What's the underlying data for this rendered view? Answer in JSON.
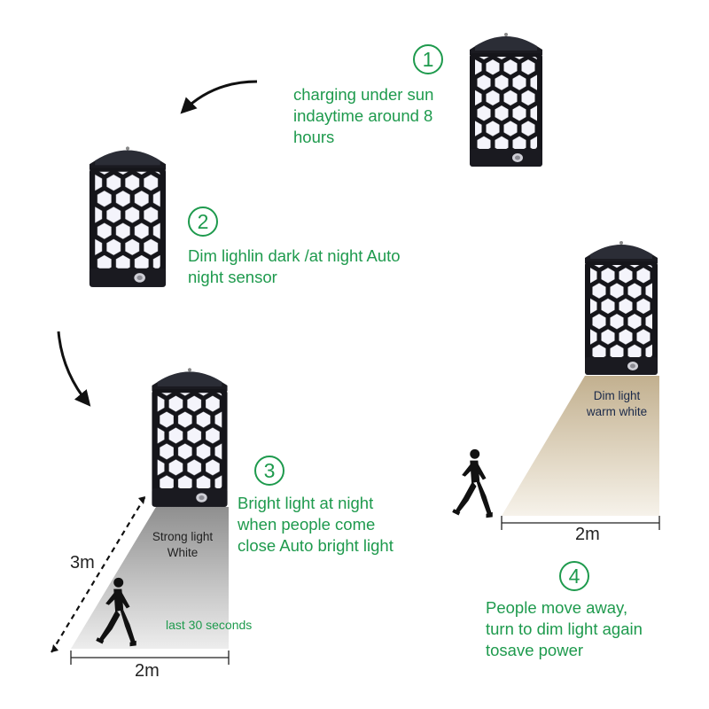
{
  "steps": [
    {
      "number": "1",
      "text": "charging under sun\nindaytime around 8\nhours"
    },
    {
      "number": "2",
      "text": "Dim lighlin dark /at night Auto\nnight sensor"
    },
    {
      "number": "3",
      "text": "Bright light at night\nwhen people come\nclose Auto bright light"
    },
    {
      "number": "4",
      "text": "People move away,\nturn to dim light again\ntosave power"
    }
  ],
  "bright_zone": {
    "label": "Strong light\nWhite",
    "duration": "last 30 seconds",
    "height_label": "3m",
    "width_label": "2m"
  },
  "dim_zone": {
    "label": "Dim light\nwarm white",
    "width_label": "2m"
  },
  "colors": {
    "accent_green": "#1e9a4d",
    "lamp_body": "#15151a",
    "bright_beam": "#9a9a9a",
    "dim_beam": "#c9b89b"
  }
}
